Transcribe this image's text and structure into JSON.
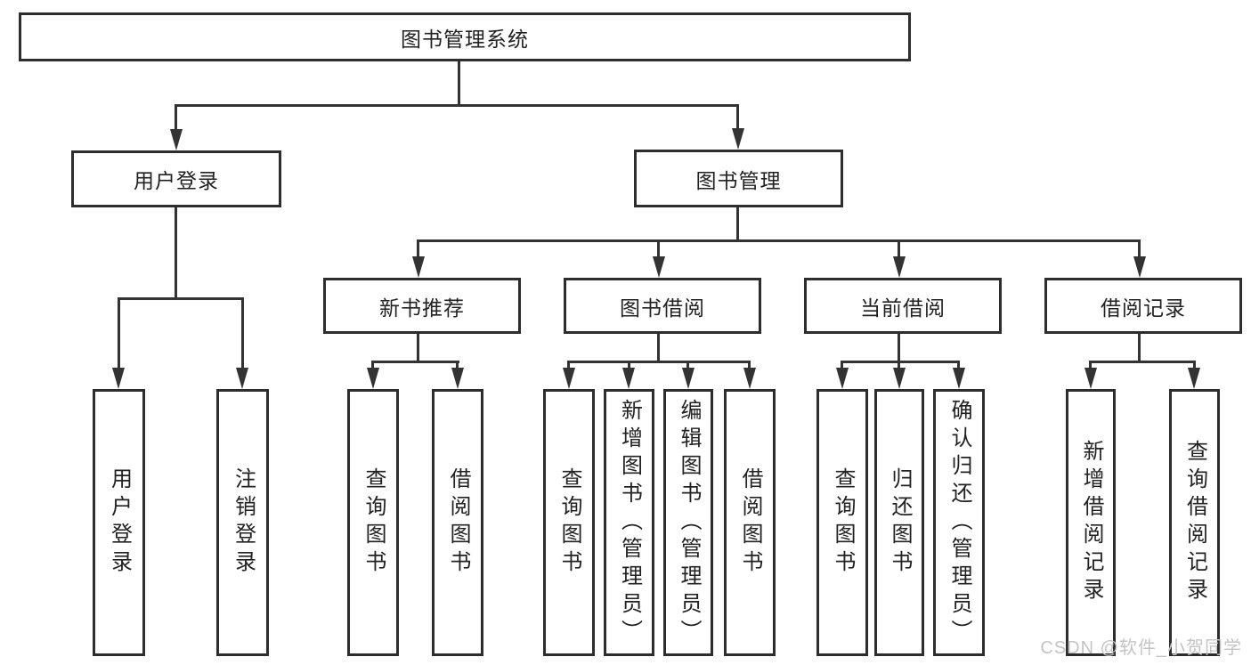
{
  "tree": {
    "label": "图书管理系统",
    "children": [
      {
        "label": "用户登录",
        "children": [
          {
            "label": "用户登录"
          },
          {
            "label": "注销登录"
          }
        ]
      },
      {
        "label": "图书管理",
        "children": [
          {
            "label": "新书推荐",
            "children": [
              {
                "label": "查询图书"
              },
              {
                "label": "借阅图书"
              }
            ]
          },
          {
            "label": "图书借阅",
            "children": [
              {
                "label": "查询图书"
              },
              {
                "label": "新增图书（管理员）"
              },
              {
                "label": "编辑图书（管理员）"
              },
              {
                "label": "借阅图书"
              }
            ]
          },
          {
            "label": "当前借阅",
            "children": [
              {
                "label": "查询图书"
              },
              {
                "label": "归还图书"
              },
              {
                "label": "确认归还（管理员）"
              }
            ]
          },
          {
            "label": "借阅记录",
            "children": [
              {
                "label": "新增借阅记录"
              },
              {
                "label": "查询借阅记录"
              }
            ]
          }
        ]
      }
    ]
  },
  "watermark": {
    "text": "CSDN @软件_小贺同学"
  },
  "colors": {
    "background": "#ffffff",
    "box_border": "#2d2d2d",
    "line": "#333333",
    "text": "#222222",
    "watermark": "#c4c4c4"
  }
}
